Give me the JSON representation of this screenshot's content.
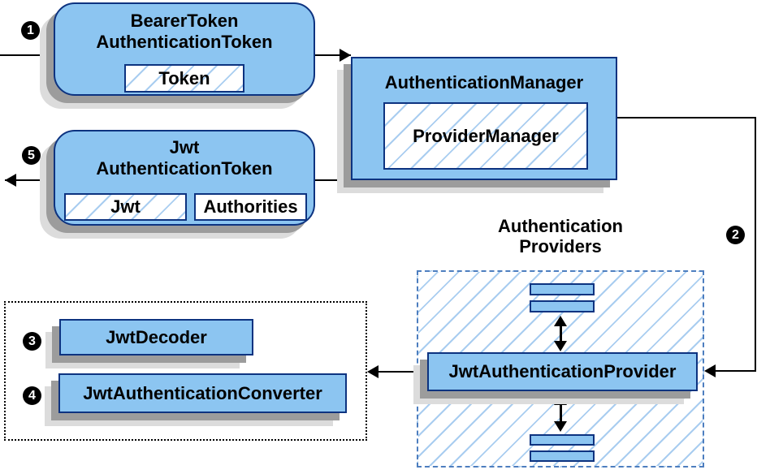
{
  "colors": {
    "node_fill": "#8cc5f1",
    "node_border": "#0d3380",
    "hatch_line": "#a9cdf0",
    "group_dashed_border": "#4d7ebf",
    "group_dotted_border": "#000000",
    "arrow": "#000000",
    "shadow_dark": "#9c9c9c",
    "shadow_light": "#dcdcdc",
    "badge_bg": "#000000",
    "badge_text": "#ffffff"
  },
  "badges": {
    "step1": "1",
    "step2": "2",
    "step3": "3",
    "step4": "4",
    "step5": "5"
  },
  "nodes": {
    "bearer_token": {
      "title_line1": "BearerToken",
      "title_line2": "AuthenticationToken",
      "field_token": "Token"
    },
    "authentication_manager": {
      "title": "AuthenticationManager",
      "field_provider_manager": "ProviderManager"
    },
    "jwt_authentication_token": {
      "title_line1": "Jwt",
      "title_line2": "AuthenticationToken",
      "field_jwt": "Jwt",
      "field_authorities": "Authorities"
    },
    "authentication_providers": {
      "label_line1": "Authentication",
      "label_line2": "Providers"
    },
    "jwt_authentication_provider": {
      "title": "JwtAuthenticationProvider"
    },
    "jwt_decoder": {
      "title": "JwtDecoder"
    },
    "jwt_authentication_converter": {
      "title": "JwtAuthenticationConverter"
    }
  }
}
